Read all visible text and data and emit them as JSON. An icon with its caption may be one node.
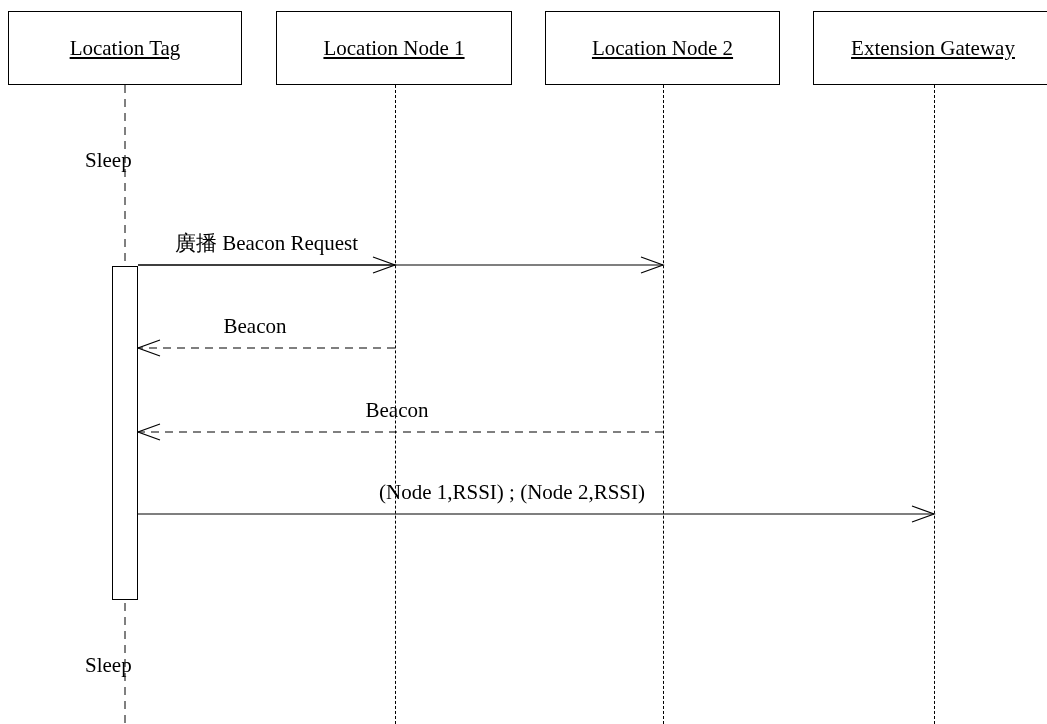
{
  "diagram": {
    "nodes": [
      {
        "text": [
          "Location Tag"
        ]
      },
      {
        "text": [
          "Location Node 1"
        ]
      },
      {
        "text": [
          "Location Node 2"
        ]
      },
      {
        "text": [
          "Extension Gateway"
        ]
      },
      {
        "text": [],
        "shape": "bar"
      },
      {
        "text": [],
        "shape": "line"
      },
      {
        "text": [],
        "shape": "line"
      },
      {
        "text": [],
        "shape": "line"
      }
    ],
    "edges": [
      {
        "from": 4,
        "to": 5,
        "arrow": "to",
        "label": "廣播 Beacon Request"
      },
      {
        "from": 4,
        "to": 6,
        "arrow": "to"
      },
      {
        "from": 5,
        "to": 4,
        "arrow": "to",
        "label": "Beacon",
        "style": "dashed"
      },
      {
        "from": 6,
        "to": 4,
        "arrow": "to",
        "label": "Beacon",
        "style": "dashed"
      },
      {
        "from": 4,
        "to": 7,
        "arrow": "to",
        "label": "(Node 1,RSSI) ; (Node 2,RSSI)"
      }
    ],
    "labels": [
      "Sleep",
      "Sleep"
    ]
  }
}
